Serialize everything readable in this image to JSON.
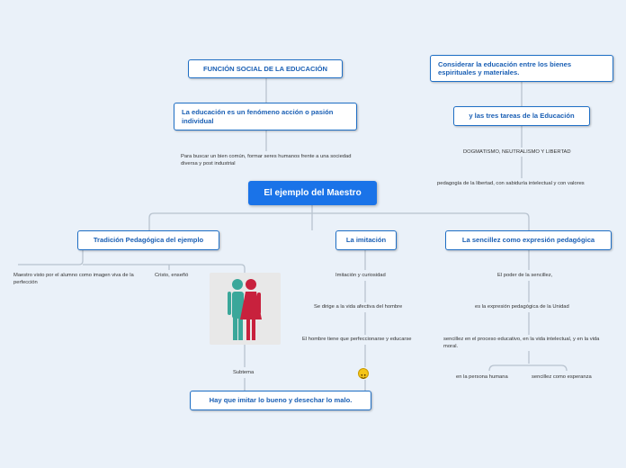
{
  "central": {
    "label": "El ejemplo del Maestro"
  },
  "top_left": {
    "title": "FUNCIÓN SOCIAL DE LA EDUCACIÓN",
    "child": "La educación es un fenómeno acción o pasión individual",
    "note": "Para buscar un bien común, formar seres humanos frente a una sociedad diversa y post industrial"
  },
  "top_right": {
    "title": "Considerar la educación entre los bienes espirituales y materiales.",
    "child": "y las tres tareas de la Educación",
    "note1": "DOGMATISMO, NEUTRALISMO Y  LIBERTAD",
    "note2": "pedagogía de la libertad, con sabiduría intelectual y con valores"
  },
  "branch_left": {
    "title": "Tradición Pedagógica del ejemplo",
    "note1": "Maestro visto por el alumno como imagen viva de la perfección",
    "note2": "Cristo, enseñó",
    "note3": "Subtema",
    "figure_icon": "couple-icon"
  },
  "branch_middle": {
    "title": "La imitación",
    "note1": "Imitación y curiosidad",
    "note2": "Se dirige a la vida afectiva del hombre",
    "note3": "El hombre tiene que perfeccionarse y educarse",
    "smiley_icon": "smiley-icon"
  },
  "branch_right": {
    "title": "La sencillez como expresión pedagógica",
    "note1": "El poder de la sencillez,",
    "note2": "es la expresión pedagógica de la Unidad",
    "note3": "sencillez en el proceso educativo, en la vida intelectual, y en la vida moral.",
    "note4": "en la persona humana",
    "note5": "sencillez como esperanza"
  },
  "bottom": {
    "label": "Hay que imitar lo bueno y desechar lo malo."
  },
  "colors": {
    "accent": "#1a73e8",
    "border": "#1f6fc5",
    "line": "#b8c3cf",
    "background": "#eaf1f9"
  }
}
